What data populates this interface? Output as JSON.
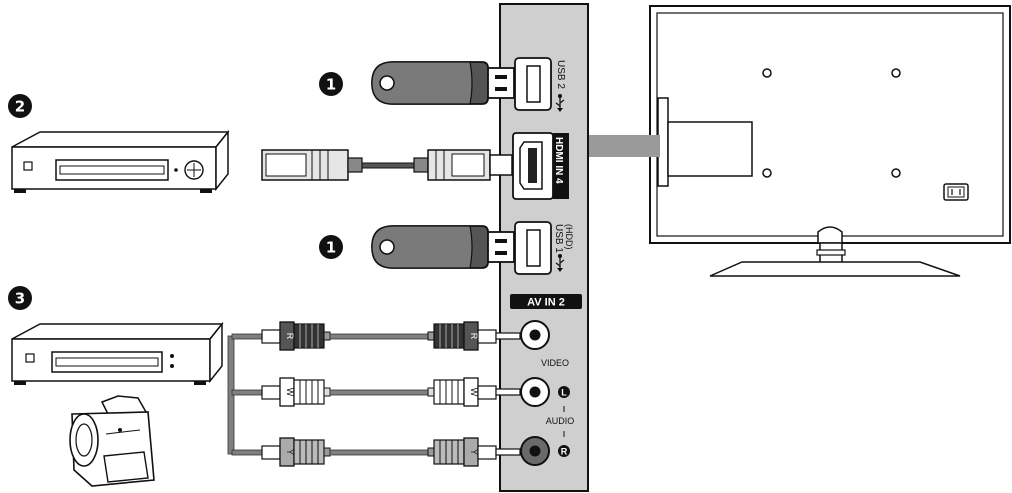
{
  "callouts": {
    "usb_top": "1",
    "usb_bottom": "1",
    "dvd_player": "2",
    "vcr": "3"
  },
  "panel": {
    "usb2_label": "USB 2",
    "hdmi_label": "HDMI IN 4",
    "usb1_hdd_label": "(HDD)",
    "usb1_label": "USB 1",
    "av_in_label": "AV IN 2",
    "video_label": "VIDEO",
    "audio_label": "AUDIO",
    "audio_left": "L",
    "audio_right": "R"
  },
  "cables": {
    "red_plug": "R",
    "white_plug": "W",
    "yellow_plug": "Y"
  },
  "colors": {
    "panel_fill": "#cfcfcf",
    "cable_gray": "#808080",
    "outline": "#111111"
  }
}
